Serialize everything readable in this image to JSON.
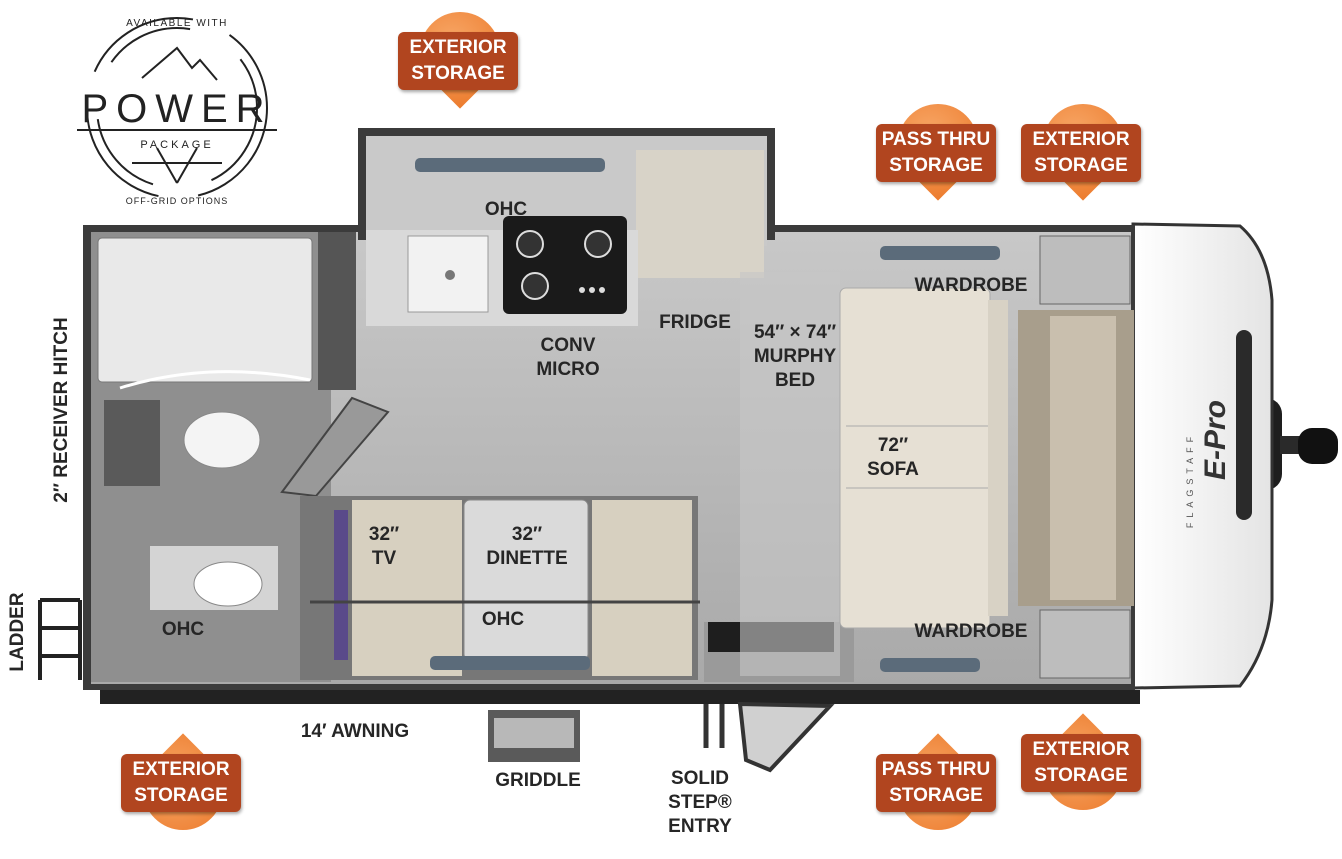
{
  "logo": {
    "top_text": "AVAILABLE WITH",
    "word": "POWER",
    "sub": "PACKAGE",
    "bottom_text": "OFF-GRID OPTIONS"
  },
  "front_cap": {
    "brand": "FLAGSTAFF",
    "model": "E-Pro"
  },
  "labels": {
    "ohc_kitchen": "OHC",
    "fridge": "FRIDGE",
    "micro_1": "CONV",
    "micro_2": "MICRO",
    "bed_1": "54″ × 74″",
    "bed_2": "MURPHY",
    "bed_3": "BED",
    "wardrobe_top": "WARDROBE",
    "wardrobe_bottom": "WARDROBE",
    "sofa_1": "72″",
    "sofa_2": "SOFA",
    "tv_1": "32″",
    "tv_2": "TV",
    "dinette_1": "32″",
    "dinette_2": "DINETTE",
    "ohc_dinette": "OHC",
    "ohc_bath": "OHC",
    "hitch": "2″ RECEIVER HITCH",
    "ladder": "LADDER",
    "awning": "14′ AWNING",
    "griddle": "GRIDDLE",
    "step_1": "SOLID",
    "step_2": "STEP®",
    "step_3": "ENTRY"
  },
  "badges": [
    {
      "l1": "EXTERIOR",
      "l2": "STORAGE"
    },
    {
      "l1": "PASS THRU",
      "l2": "STORAGE"
    },
    {
      "l1": "EXTERIOR",
      "l2": "STORAGE"
    },
    {
      "l1": "EXTERIOR",
      "l2": "STORAGE"
    },
    {
      "l1": "PASS THRU",
      "l2": "STORAGE"
    },
    {
      "l1": "EXTERIOR",
      "l2": "STORAGE"
    }
  ],
  "colors": {
    "badge_fill": "#ec7c2e",
    "badge_box": "#b1451f",
    "floor": "#bcbcbc",
    "wall": "#3a3a3a",
    "sofa": "#e6e0d4"
  }
}
